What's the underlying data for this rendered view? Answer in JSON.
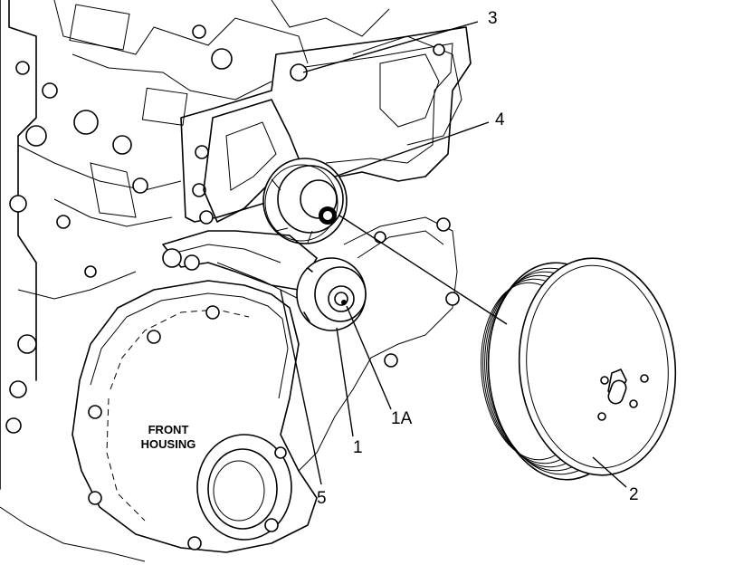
{
  "labels": {
    "housing_line1": "FRONT",
    "housing_line2": "HOUSING"
  },
  "callouts": [
    {
      "id": "3",
      "text": "3"
    },
    {
      "id": "4",
      "text": "4"
    },
    {
      "id": "1A",
      "text": "1A"
    },
    {
      "id": "1",
      "text": "1"
    },
    {
      "id": "5",
      "text": "5"
    },
    {
      "id": "2",
      "text": "2"
    }
  ]
}
